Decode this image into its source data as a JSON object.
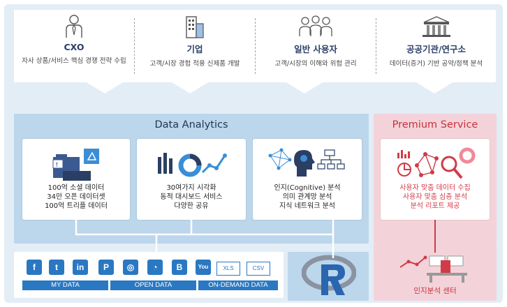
{
  "audiences": [
    {
      "title": "CXO",
      "desc": "자사 상품/서비스 핵심 경쟁 전략 수립",
      "icon": "person-tie-icon"
    },
    {
      "title": "기업",
      "desc": "고객/시장 경험 적용 신제품 개발",
      "icon": "building-icon"
    },
    {
      "title": "일반 사용자",
      "desc": "고객/시장의 이해와 위험 관리",
      "icon": "users-group-icon"
    },
    {
      "title": "공공기관/연구소",
      "desc": "데이터(증거) 기반 공약/정책 분석",
      "icon": "institution-icon"
    }
  ],
  "data_analytics": {
    "title": "Data Analytics",
    "cards": [
      {
        "icon": "social-data-folder-icon",
        "lines": [
          "100억 소셜 데이터",
          "34만 오픈 데이터셋",
          "100억 트리플 데이터"
        ]
      },
      {
        "icon": "visualization-chart-icon",
        "lines": [
          "30여가지 시각화",
          "동적 대시보드 서비스",
          "다양한 공유"
        ]
      },
      {
        "icon": "cognitive-network-icon",
        "lines": [
          "인지(Cognitive) 분석",
          "의미 관계망 분석",
          "지식 네트워크 분석"
        ]
      }
    ]
  },
  "premium": {
    "title": "Premium Service",
    "lines": [
      "사용자 맞춤 데이터 수집",
      "사용자 맞춤 심층 분석",
      "분석 리포트 제공"
    ]
  },
  "cognitive_center": {
    "label": "인지분석 센터"
  },
  "sources": {
    "icons": [
      {
        "glyph": "f",
        "name": "facebook-icon"
      },
      {
        "glyph": "t",
        "name": "twitter-icon"
      },
      {
        "glyph": "in",
        "name": "linkedin-icon"
      },
      {
        "glyph": "P",
        "name": "pinterest-icon"
      },
      {
        "glyph": "◎",
        "name": "dribbble-icon"
      },
      {
        "glyph": "◔",
        "name": "rss-icon"
      },
      {
        "glyph": "B",
        "name": "blogger-icon"
      },
      {
        "glyph": "You",
        "name": "youtube-icon"
      }
    ],
    "docs": [
      "XLS",
      "CSV"
    ],
    "bars": [
      "MY DATA",
      "OPEN DATA",
      "ON-DEMAND DATA"
    ]
  },
  "colors": {
    "accent": "#2a78c2",
    "premium": "#d13b47",
    "panel": "#bcd6ec",
    "frame": "#e3edf6"
  }
}
